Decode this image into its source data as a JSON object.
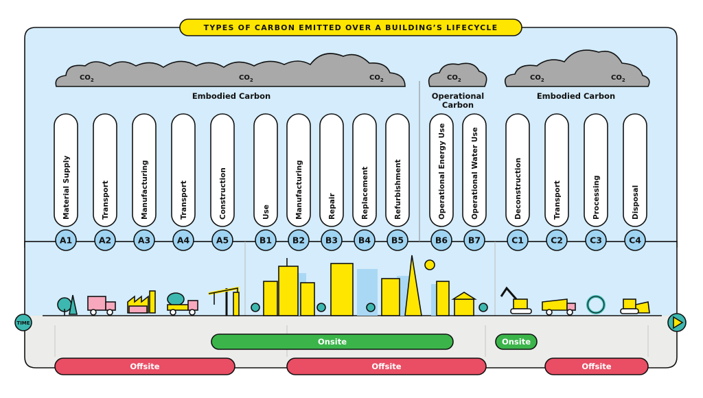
{
  "title": "TYPES OF CARBON EMITTED OVER A BUILDING’S LIFECYCLE",
  "co2_label": "CO",
  "co2_sub": "2",
  "time_label": "TIME",
  "groups": [
    {
      "id": "a",
      "heading": "Embodied Carbon"
    },
    {
      "id": "b",
      "heading_line1": "Operational",
      "heading_line2": "Carbon"
    },
    {
      "id": "c",
      "heading": "Embodied Carbon"
    }
  ],
  "stages": [
    {
      "code": "A1",
      "label": "Material Supply"
    },
    {
      "code": "A2",
      "label": "Transport"
    },
    {
      "code": "A3",
      "label": "Manufacturing"
    },
    {
      "code": "A4",
      "label": "Transport"
    },
    {
      "code": "A5",
      "label": "Construction"
    },
    {
      "code": "B1",
      "label": "Use"
    },
    {
      "code": "B2",
      "label": "Manufacturing"
    },
    {
      "code": "B3",
      "label": "Repair"
    },
    {
      "code": "B4",
      "label": "Replacement"
    },
    {
      "code": "B5",
      "label": "Refurbishment"
    },
    {
      "code": "B6",
      "label": "Operational Energy Use"
    },
    {
      "code": "B7",
      "label": "Operational Water Use"
    },
    {
      "code": "C1",
      "label": "Deconstruction"
    },
    {
      "code": "C2",
      "label": "Transport"
    },
    {
      "code": "C3",
      "label": "Processing"
    },
    {
      "code": "C4",
      "label": "Disposal"
    }
  ],
  "bars": {
    "onsite_main": "Onsite",
    "onsite_end": "Onsite",
    "offsite_1": "Offsite",
    "offsite_2": "Offsite",
    "offsite_3": "Offsite"
  },
  "colors": {
    "sky": "#d4ecfb",
    "ground": "#ececea",
    "code_circle": "#9fd4f2",
    "title_bg": "#ffe600",
    "onsite": "#3bb54a",
    "offsite": "#e94e64",
    "cloud": "#a9a9a9",
    "yellow": "#ffe600",
    "pink": "#f7a8bd",
    "teal": "#3db8b0",
    "skyline_blue": "#a9d8f5"
  }
}
